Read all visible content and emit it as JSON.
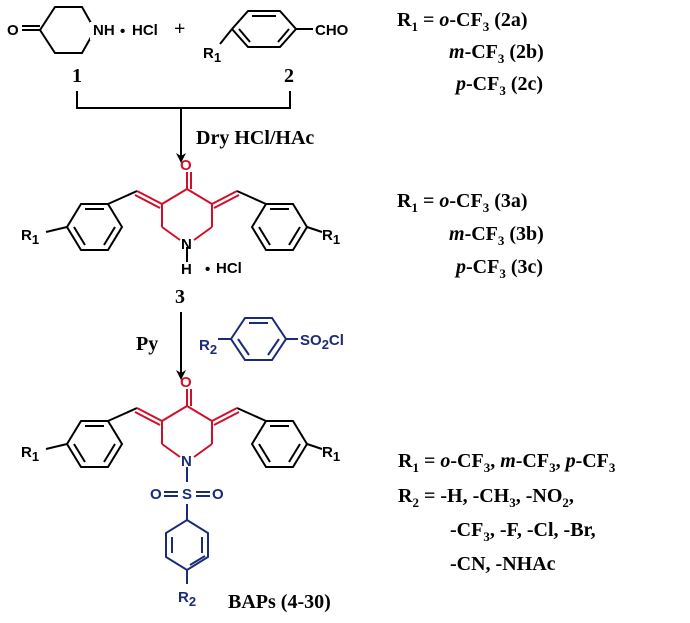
{
  "colors": {
    "black": "#000000",
    "red": "#d0102a",
    "blue": "#1a2b78"
  },
  "reaction1": {
    "reagent": "Dry HCl/HAc",
    "compound1": {
      "ketone_o": "O",
      "nh": "NH",
      "dot": "•",
      "salt": "HCl",
      "number": "1"
    },
    "plus": "+",
    "compound2": {
      "r": "R",
      "r_sub": "1",
      "cho": "CHO",
      "number": "2"
    }
  },
  "substituents_2": [
    {
      "prefix": "R",
      "prefix_sub": "1",
      "eq": " = ",
      "pos": "o",
      "group": "-CF",
      "group_sub": "3",
      "code": " (2a)"
    },
    {
      "pos": "m",
      "group": "-CF",
      "group_sub": "3",
      "code": " (2b)"
    },
    {
      "pos": "p",
      "group": "-CF",
      "group_sub": "3",
      "code": " (2c)"
    }
  ],
  "compound3": {
    "o": "O",
    "nh_n": "N",
    "nh_h": "H",
    "dot": "•",
    "salt": "HCl",
    "r_left": "R",
    "r_right": "R",
    "r_sub": "1",
    "number": "3"
  },
  "substituents_3": [
    {
      "prefix": "R",
      "prefix_sub": "1",
      "eq": " = ",
      "pos": "o",
      "group": "-CF",
      "group_sub": "3",
      "code": " (3a)"
    },
    {
      "pos": "m",
      "group": "-CF",
      "group_sub": "3",
      "code": " (3b)"
    },
    {
      "pos": "p",
      "group": "-CF",
      "group_sub": "3",
      "code": " (3c)"
    }
  ],
  "reaction2": {
    "reagent": "Py",
    "sulfonyl": {
      "r": "R",
      "r_sub": "2",
      "so2": "SO",
      "so2_sub": "2",
      "cl": "Cl"
    }
  },
  "product": {
    "o": "O",
    "n": "N",
    "s": "S",
    "so_left": "O",
    "so_right": "O",
    "r_left": "R",
    "r_right": "R",
    "r1_sub": "1",
    "r2": "R",
    "r2_sub": "2",
    "name": "BAPs (4-30)"
  },
  "final_substituents": {
    "r1": {
      "prefix": "R",
      "sub": "1",
      "eq": " = ",
      "a_pos": "o",
      "a_grp": "-CF",
      "a_sub": "3",
      "sep1": ", ",
      "b_pos": "m",
      "b_grp": "-CF",
      "b_sub": "3",
      "sep2": ", ",
      "c_pos": "p",
      "c_grp": "-CF",
      "c_sub": "3"
    },
    "r2": {
      "prefix": "R",
      "sub": "2",
      "eq": " = ",
      "line1a": "-H, -CH",
      "line1a_sub": "3",
      "line1b": ", -NO",
      "line1b_sub": "2",
      "line1c": ",",
      "line2a": "-CF",
      "line2a_sub": "3",
      "line2b": ", -F, -Cl, -Br,",
      "line3": "-CN, -NHAc"
    }
  }
}
